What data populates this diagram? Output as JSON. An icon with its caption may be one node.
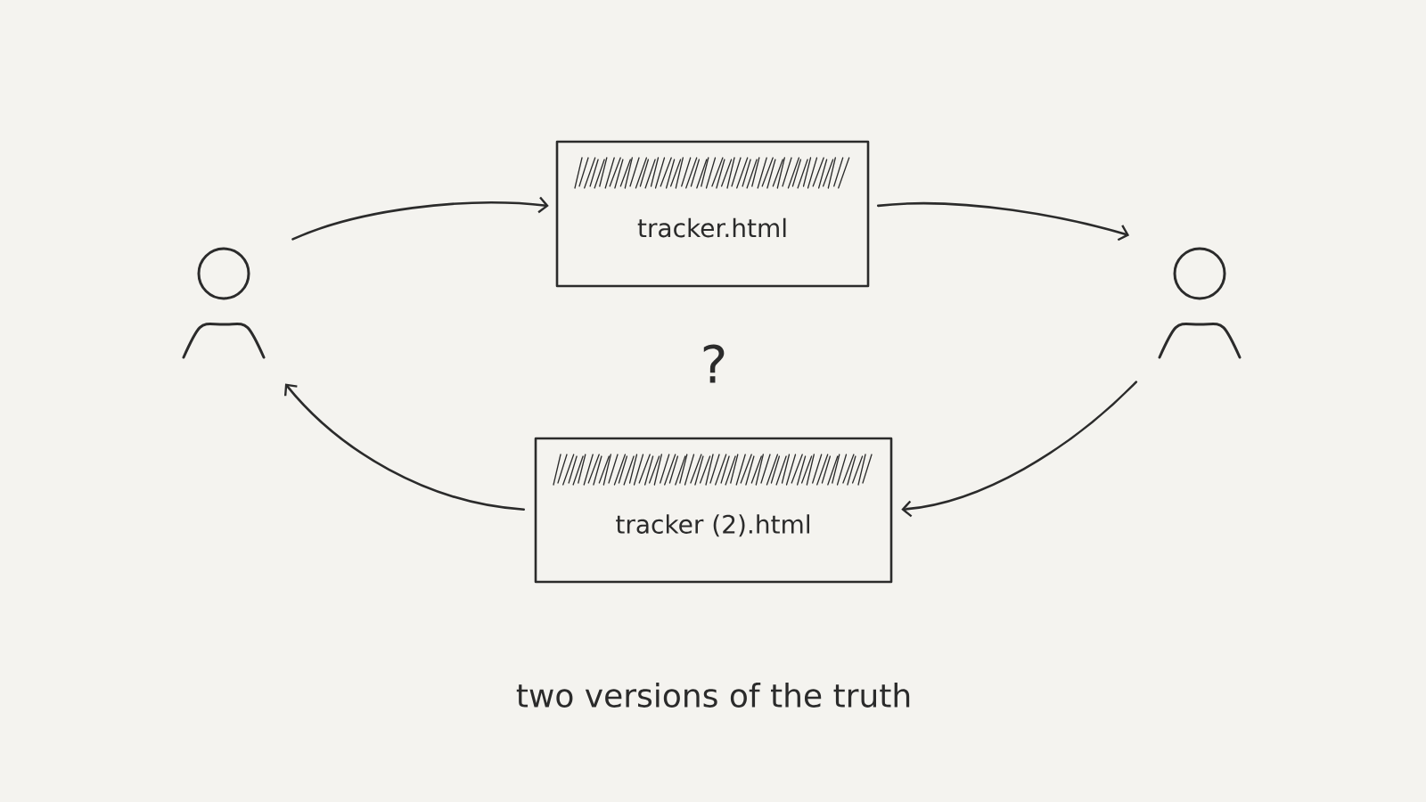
{
  "diagram": {
    "caption": "two versions of the truth",
    "nodes": [
      {
        "text": [],
        "shape": "person"
      },
      {
        "text": [
          "tracker.html"
        ]
      },
      {
        "text": [],
        "shape": "person"
      },
      {
        "text": [
          "tracker (2).html"
        ]
      }
    ],
    "edges": [
      {
        "from": 0,
        "to": 1,
        "arrow": "to"
      },
      {
        "from": 1,
        "to": 2,
        "arrow": "to"
      },
      {
        "from": 2,
        "to": 3,
        "arrow": "to"
      },
      {
        "from": 3,
        "to": 0,
        "arrow": "to"
      }
    ],
    "labels": [
      "?"
    ]
  }
}
